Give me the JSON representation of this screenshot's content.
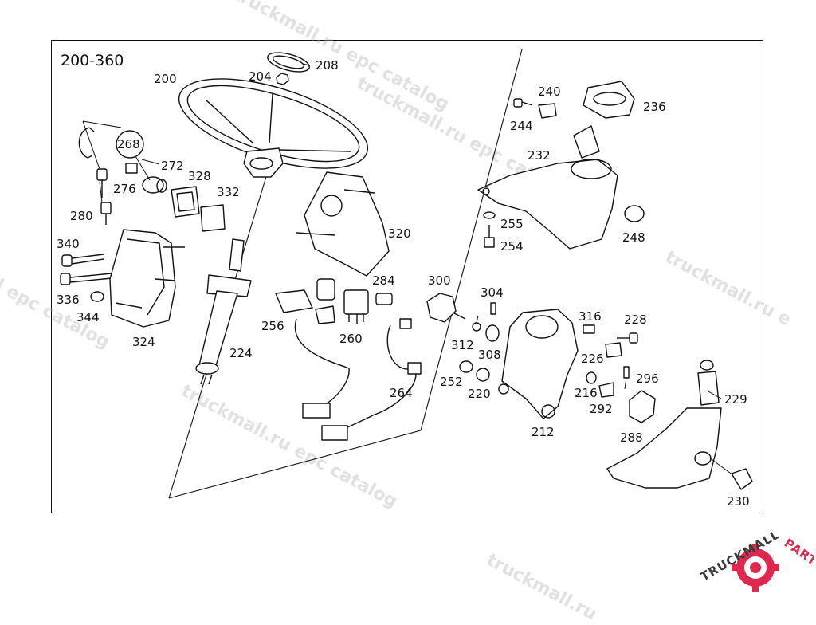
{
  "reference": "200-360",
  "callouts": [
    {
      "id": "c200",
      "text": "200"
    },
    {
      "id": "c204",
      "text": "204"
    },
    {
      "id": "c208",
      "text": "208"
    },
    {
      "id": "c268",
      "text": "268"
    },
    {
      "id": "c272",
      "text": "272"
    },
    {
      "id": "c276",
      "text": "276"
    },
    {
      "id": "c328",
      "text": "328"
    },
    {
      "id": "c332",
      "text": "332"
    },
    {
      "id": "c280",
      "text": "280"
    },
    {
      "id": "c340",
      "text": "340"
    },
    {
      "id": "c336",
      "text": "336"
    },
    {
      "id": "c344",
      "text": "344"
    },
    {
      "id": "c324",
      "text": "324"
    },
    {
      "id": "c224",
      "text": "224"
    },
    {
      "id": "c320",
      "text": "320"
    },
    {
      "id": "c256",
      "text": "256"
    },
    {
      "id": "c284",
      "text": "284"
    },
    {
      "id": "c260",
      "text": "260"
    },
    {
      "id": "c264",
      "text": "264"
    },
    {
      "id": "c300",
      "text": "300"
    },
    {
      "id": "c240",
      "text": "240"
    },
    {
      "id": "c244",
      "text": "244"
    },
    {
      "id": "c236",
      "text": "236"
    },
    {
      "id": "c232",
      "text": "232"
    },
    {
      "id": "c255",
      "text": "255"
    },
    {
      "id": "c254",
      "text": "254"
    },
    {
      "id": "c248",
      "text": "248"
    },
    {
      "id": "c304",
      "text": "304"
    },
    {
      "id": "c316",
      "text": "316"
    },
    {
      "id": "c228",
      "text": "228"
    },
    {
      "id": "c312",
      "text": "312"
    },
    {
      "id": "c308",
      "text": "308"
    },
    {
      "id": "c226",
      "text": "226"
    },
    {
      "id": "c296",
      "text": "296"
    },
    {
      "id": "c252",
      "text": "252"
    },
    {
      "id": "c220",
      "text": "220"
    },
    {
      "id": "c216",
      "text": "216"
    },
    {
      "id": "c292",
      "text": "292"
    },
    {
      "id": "c229",
      "text": "229"
    },
    {
      "id": "c212",
      "text": "212"
    },
    {
      "id": "c288",
      "text": "288"
    },
    {
      "id": "c230",
      "text": "230"
    }
  ],
  "watermark": {
    "text_1": "truckmall.ru epc catalog",
    "text_2": "truckmall.ru epc catalog",
    "text_3": "truckmall.ru epc catalog",
    "text_4": "truckmall.ru e",
    "text_5": "l epc catalog",
    "text_6": "truckmall.ru"
  },
  "logo": {
    "text_left": "TRUCKMALL",
    "text_right": "PARTS",
    "colors": {
      "dark": "#3b3b3b",
      "accent": "#e0284f"
    }
  }
}
